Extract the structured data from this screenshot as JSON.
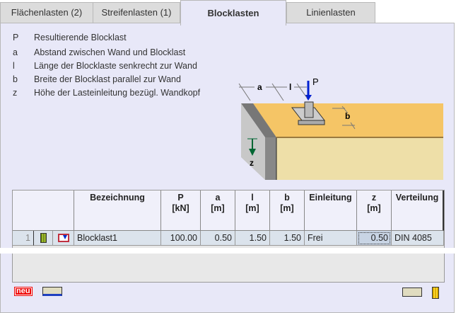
{
  "tabs": [
    {
      "label": "Flächenlasten (2)"
    },
    {
      "label": "Streifenlasten (1)"
    },
    {
      "label": "Blocklasten"
    },
    {
      "label": "Linienlasten"
    }
  ],
  "legend": [
    {
      "k": "P",
      "t": "Resultierende Blocklast"
    },
    {
      "k": "a",
      "t": "Abstand zwischen Wand und Blocklast"
    },
    {
      "k": "l",
      "t": "Länge der Blocklaste senkrecht zur Wand"
    },
    {
      "k": "b",
      "t": "Breite der Blocklast parallel zur Wand"
    },
    {
      "k": "z",
      "t": "Höhe der Lasteinleitung bezügl. Wandkopf"
    }
  ],
  "diagram": {
    "a": "a",
    "l": "l",
    "P": "P",
    "b": "b",
    "z": "z"
  },
  "table": {
    "headers": {
      "name": "Bezeichnung",
      "P": "P",
      "P_u": "[kN]",
      "a": "a",
      "a_u": "[m]",
      "l": "l",
      "l_u": "[m]",
      "b": "b",
      "b_u": "[m]",
      "ein": "Einleitung",
      "z": "z",
      "z_u": "[m]",
      "vert": "Verteilung"
    },
    "rows": [
      {
        "num": "1",
        "name": "Blocklast1",
        "P": "100.00",
        "a": "0.50",
        "l": "1.50",
        "b": "1.50",
        "ein": "Frei",
        "z": "0.50",
        "vert": "DIN 4085"
      }
    ]
  },
  "footer": {
    "new_label": "neu"
  }
}
